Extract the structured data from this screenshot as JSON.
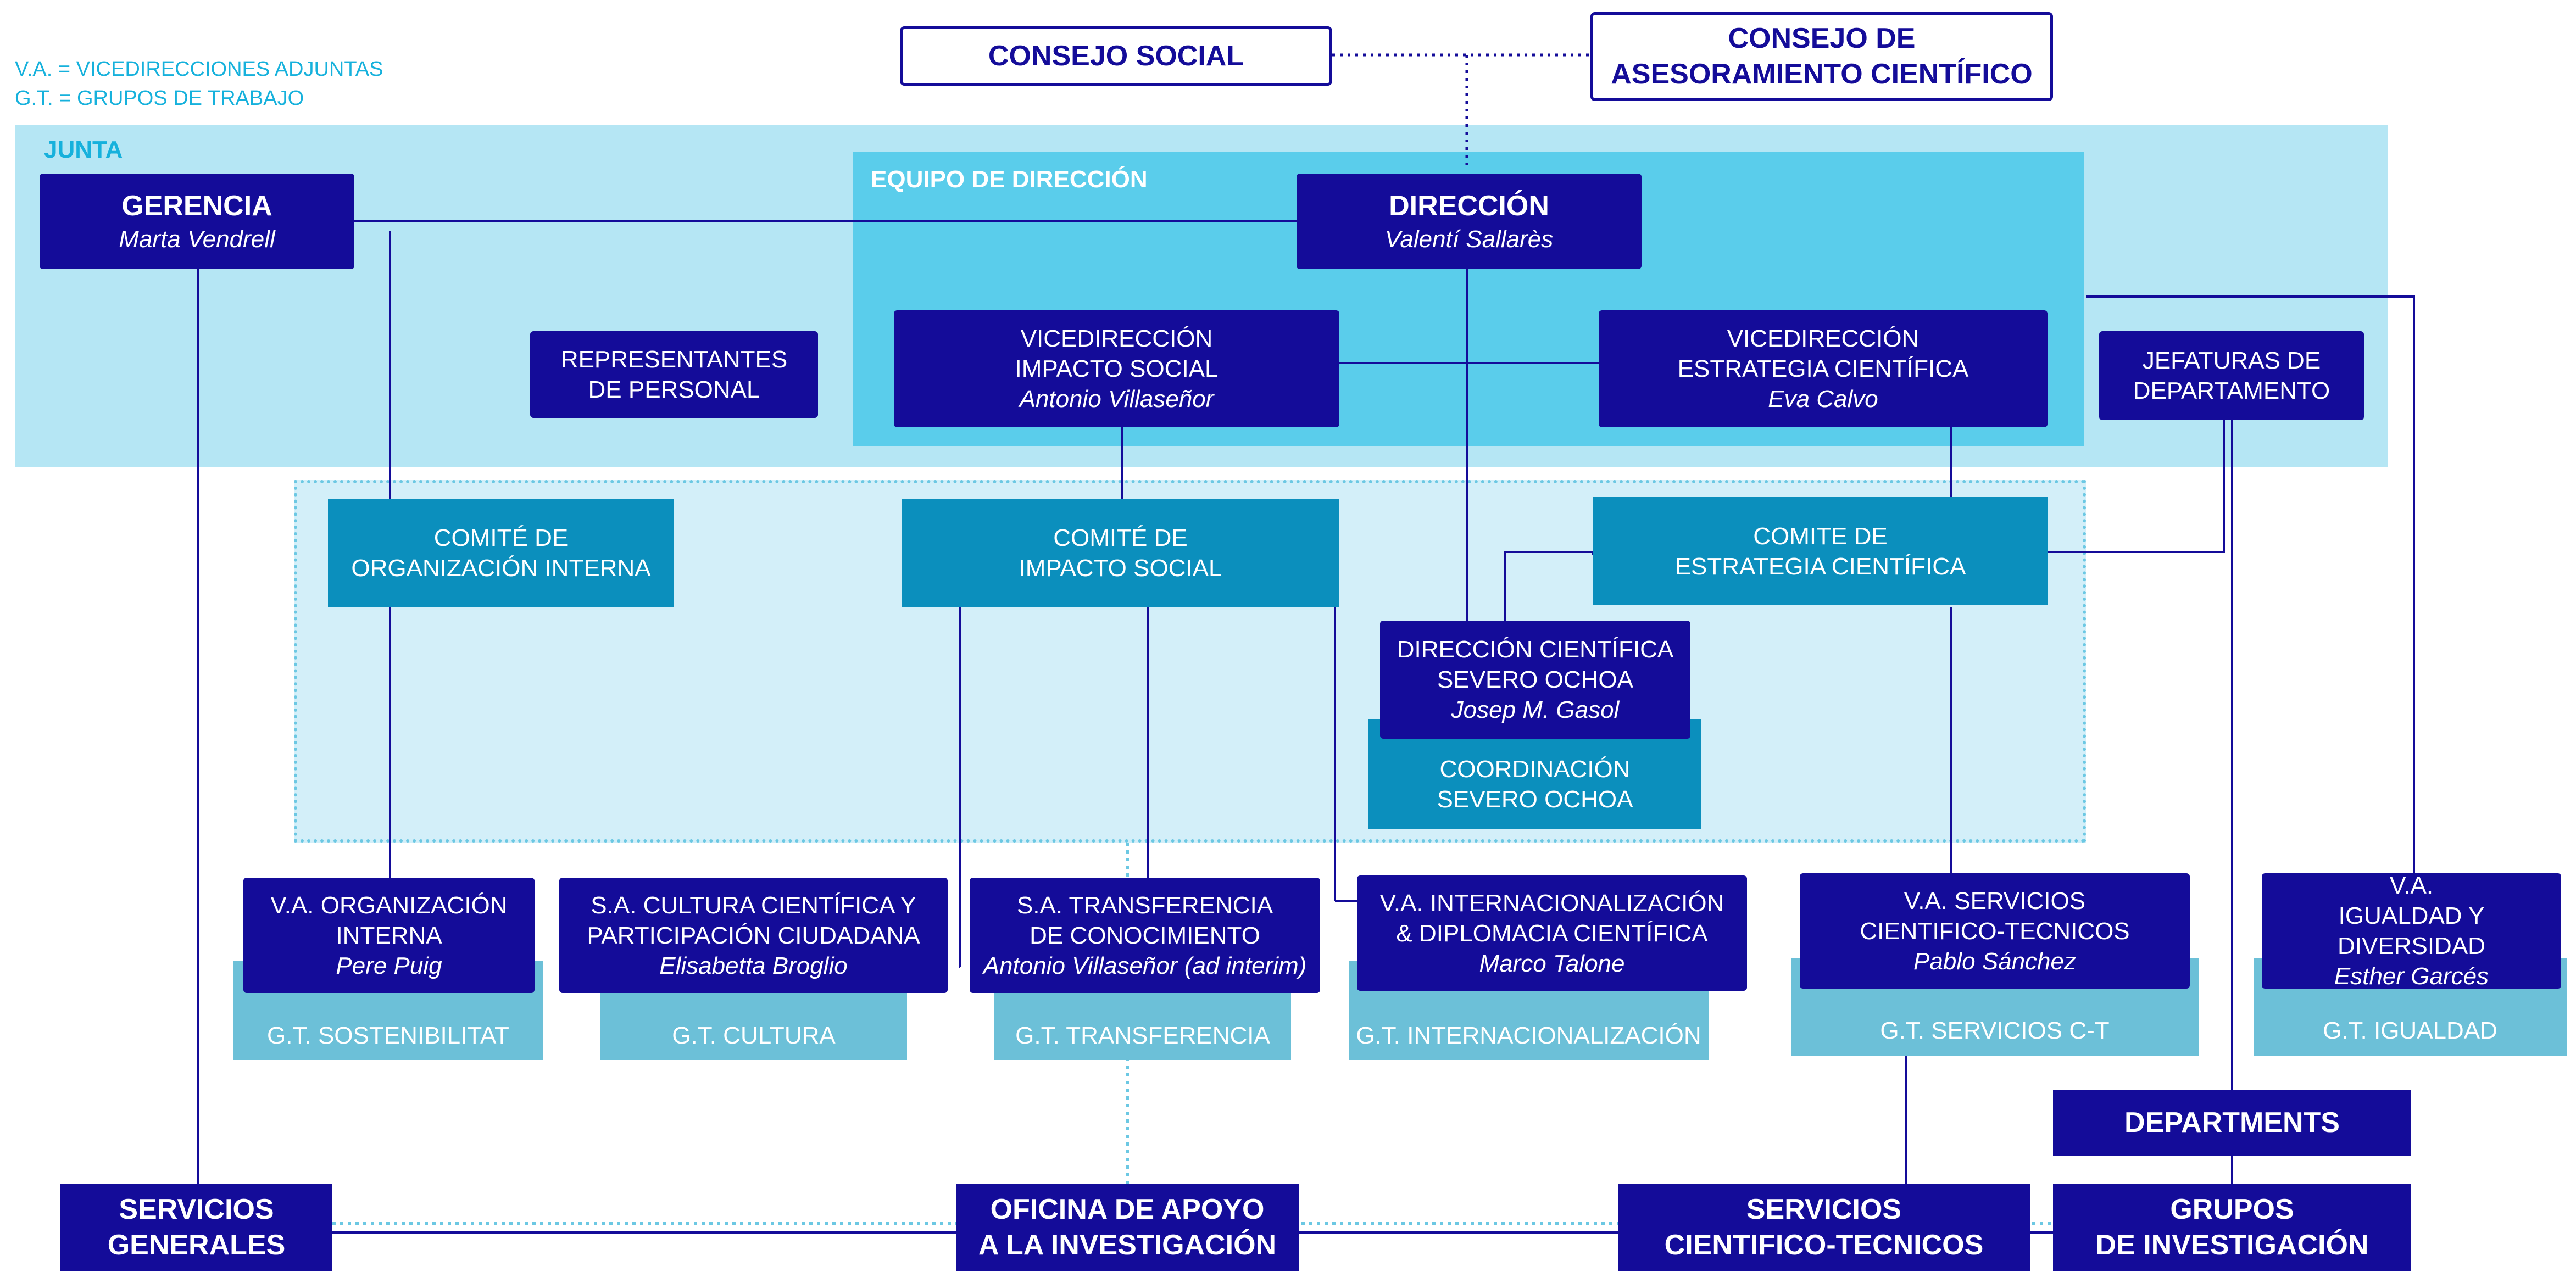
{
  "legend": {
    "va": "V.A. = VICEDIRECCIONES ADJUNTAS",
    "gt": "G.T. = GRUPOS DE TRABAJO"
  },
  "regions": {
    "junta": "JUNTA",
    "equipo": "EQUIPO DE DIRECCIÓN"
  },
  "top": {
    "consejo_social": "CONSEJO SOCIAL",
    "consejo_ases_1": "CONSEJO DE",
    "consejo_ases_2": "ASESORAMIENTO CIENTÍFICO"
  },
  "gerencia": {
    "title": "GERENCIA",
    "name": "Marta Vendrell"
  },
  "direccion": {
    "title": "DIRECCIÓN",
    "name": "Valentí Sallarès"
  },
  "representantes": {
    "l1": "REPRESENTANTES",
    "l2": "DE PERSONAL"
  },
  "vd_impacto": {
    "l1": "VICEDIRECCIÓN",
    "l2": "IMPACTO SOCIAL",
    "name": "Antonio Villaseñor"
  },
  "vd_estrategia": {
    "l1": "VICEDIRECCIÓN",
    "l2": "ESTRATEGIA CIENTÍFICA",
    "name": "Eva Calvo"
  },
  "jefaturas": {
    "l1": "JEFATURAS DE",
    "l2": "DEPARTAMENTO"
  },
  "comite_org": {
    "l1": "COMITÉ DE",
    "l2": "ORGANIZACIÓN INTERNA"
  },
  "comite_imp": {
    "l1": "COMITÉ DE",
    "l2": "IMPACTO SOCIAL"
  },
  "comite_est": {
    "l1": "COMITE DE",
    "l2": "ESTRATEGIA CIENTÍFICA"
  },
  "dir_cientifica": {
    "l1": "DIRECCIÓN CIENTÍFICA",
    "l2": "SEVERO OCHOA",
    "name": "Josep M. Gasol"
  },
  "coordinacion": {
    "l1": "COORDINACIÓN",
    "l2": "SEVERO OCHOA"
  },
  "va_org": {
    "l1": "V.A. ORGANIZACIÓN",
    "l2": "INTERNA",
    "name": "Pere Puig",
    "gt": "G.T. SOSTENIBILITAT"
  },
  "sa_cultura": {
    "l1": "S.A. CULTURA CIENTÍFICA Y",
    "l2": "PARTICIPACIÓN CIUDADANA",
    "name": "Elisabetta Broglio",
    "gt": "G.T. CULTURA"
  },
  "sa_transf": {
    "l1": "S.A. TRANSFERENCIA",
    "l2": "DE CONOCIMIENTO",
    "name": "Antonio Villaseñor (ad interim)",
    "gt": "G.T. TRANSFERENCIA"
  },
  "va_intern": {
    "l1": "V.A. INTERNACIONALIZACIÓN",
    "l2": "& DIPLOMACIA CIENTÍFICA",
    "name": "Marco Talone",
    "gt": "G.T. INTERNACIONALIZACIÓN"
  },
  "va_serv": {
    "l1": "V.A. SERVICIOS",
    "l2": "CIENTIFICO-TECNICOS",
    "name": "Pablo Sánchez",
    "gt": "G.T. SERVICIOS C-T"
  },
  "va_igual": {
    "l1": "V.A.",
    "l2": "IGUALDAD Y DIVERSIDAD",
    "name": "Esther Garcés",
    "gt": "G.T. IGUALDAD"
  },
  "departments": "DEPARTMENTS",
  "bottom": {
    "serv_gen_1": "SERVICIOS",
    "serv_gen_2": "GENERALES",
    "oficina_1": "OFICINA DE APOYO",
    "oficina_2": "A LA INVESTIGACIÓN",
    "serv_ct_1": "SERVICIOS",
    "serv_ct_2": "CIENTIFICO-TECNICOS",
    "grupos_1": "GRUPOS",
    "grupos_2": "DE INVESTIGACIÓN"
  },
  "colors": {
    "navy": "#140c99",
    "teal": "#0b8fbd",
    "gt": "#6cc0d8",
    "junta_bg": "#b5e6f4",
    "equipo_bg": "#5acdeb",
    "dotted_bg": "#d3eff9",
    "label": "#16b1dc"
  }
}
